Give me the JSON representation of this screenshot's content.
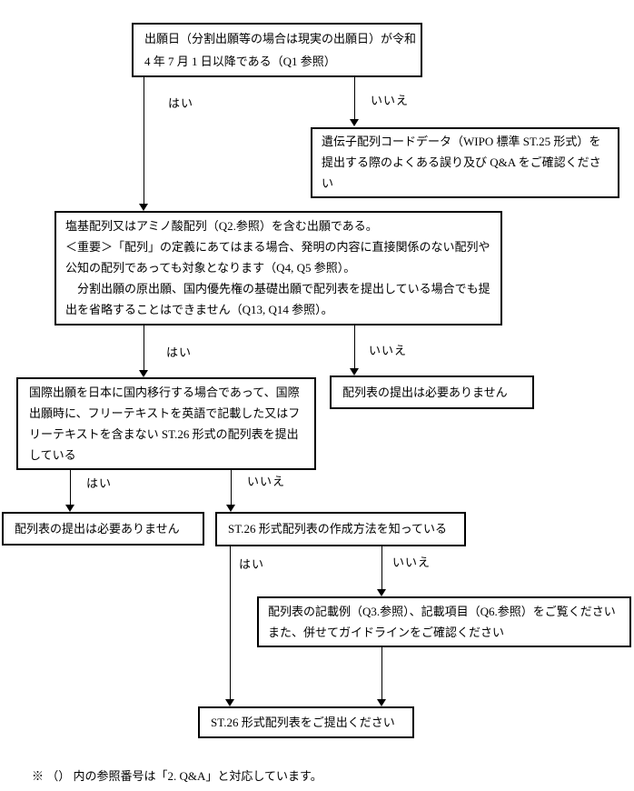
{
  "labels": {
    "yes": "はい",
    "no": "いいえ"
  },
  "nodes": {
    "filing_date": {
      "lines": [
        "出願日（分割出願等の場合は現実の出願日）が令和",
        "4 年 7 月 1 日以降である（Q1 参照）"
      ]
    },
    "st25_notice": {
      "lines": [
        "遺伝子配列コードデータ（WIPO 標準 ST.25 形式）を",
        "提出する際のよくある誤り及び Q&A をご確認くださ",
        "い"
      ]
    },
    "contains_sequence": {
      "lines": [
        "塩基配列又はアミノ酸配列（Q2.参照）を含む出願である。",
        "＜重要＞「配列」の定義にあてはまる場合、発明の内容に直接関係のない配列や",
        "公知の配列であっても対象となります（Q4, Q5 参照）。",
        "　分割出願の原出願、国内優先権の基礎出願で配列表を提出している場合でも提",
        "出を省略することはできません（Q13, Q14 参照）。"
      ]
    },
    "international_entry": {
      "lines": [
        "国際出願を日本に国内移行する場合であって、国際",
        "出願時に、フリーテキストを英語で記載した又はフ",
        "リーテキストを含まない ST.26 形式の配列表を提出",
        "している"
      ]
    },
    "no_submission_right": {
      "text": "配列表の提出は必要ありません"
    },
    "no_submission_left": {
      "text": "配列表の提出は必要ありません"
    },
    "knows_st26": {
      "text": "ST.26 形式配列表の作成方法を知っている"
    },
    "see_examples": {
      "lines": [
        "配列表の記載例（Q3.参照）、記載項目（Q6.参照）をご覧ください",
        "また、併せてガイドラインをご確認ください"
      ]
    },
    "submit_st26": {
      "text": "ST.26 形式配列表をご提出ください"
    }
  },
  "footnote": "※ （） 内の参照番号は「2. Q&A」と対応しています。"
}
